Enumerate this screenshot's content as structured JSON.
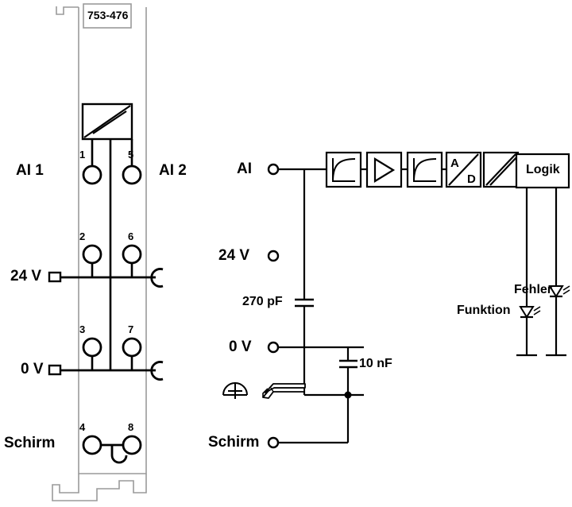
{
  "diagram": {
    "title": "753-476",
    "part_number": "753-476",
    "module": {
      "part_label": "753-476",
      "channel_labels": {
        "left": "AI 1",
        "right": "AI 2"
      },
      "terminal_numbers": [
        "1",
        "5",
        "2",
        "6",
        "3",
        "7",
        "4",
        "8"
      ],
      "rail_labels": {
        "supply": "24 V",
        "ground": "0 V",
        "shield": "Schirm"
      }
    },
    "schematic": {
      "input_label": "AI",
      "supply_label": "24 V",
      "ground_label": "0 V",
      "shield_label": "Schirm",
      "capacitors": [
        {
          "name": "input-filter-cap",
          "value": "270 pF"
        },
        {
          "name": "shield-cap",
          "value": "10 nF"
        }
      ],
      "signal_chain": [
        {
          "name": "filter-block-1",
          "symbol": "lowpass-filter",
          "label": ""
        },
        {
          "name": "amplifier-block",
          "symbol": "amplifier-triangle",
          "label": ""
        },
        {
          "name": "filter-block-2",
          "symbol": "lowpass-filter",
          "label": ""
        },
        {
          "name": "adc-block",
          "symbol": "analog-digital-converter",
          "label_top": "A",
          "label_bottom": "D"
        },
        {
          "name": "isolation-block",
          "symbol": "galvanic-isolation",
          "label": ""
        },
        {
          "name": "logic-block",
          "symbol": "logic-box",
          "label": "Logik"
        }
      ],
      "logic_label": "Logik",
      "leds": [
        {
          "name": "led-funktion",
          "label": "Funktion"
        },
        {
          "name": "led-fehler",
          "label": "Fehler"
        }
      ],
      "ground_symbol_name": "earth-ground-icon",
      "rail_clamp_name": "din-rail-shield-clamp-icon"
    },
    "colors": {
      "line": "#1a1a1a",
      "module_outline": "#9a9a9a",
      "background": "#ffffff"
    }
  }
}
